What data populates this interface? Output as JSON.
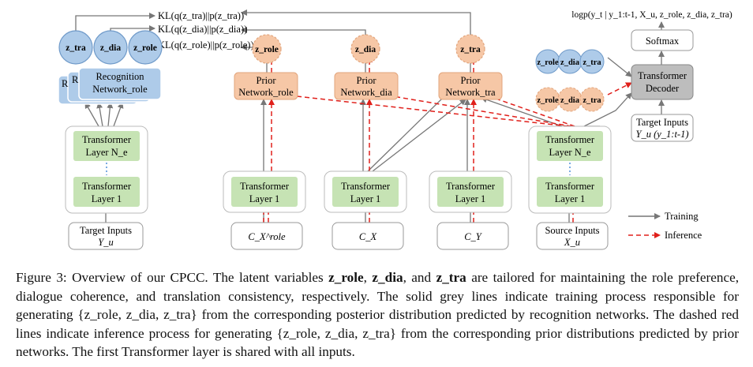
{
  "kl": {
    "tra": "KL(q(z_tra)||p(z_tra))",
    "dia": "KL(q(z_dia)||p(z_dia))",
    "role": "KL(q(z_role)||p(z_role))"
  },
  "latents": {
    "tra": "z_tra",
    "dia": "z_dia",
    "role": "z_role"
  },
  "recognition": {
    "line1": "Recognition",
    "line2": "Network_role",
    "stub": "R"
  },
  "prior": {
    "role": {
      "line1": "Prior",
      "line2": "Network_role"
    },
    "dia": {
      "line1": "Prior",
      "line2": "Network_dia"
    },
    "tra": {
      "line1": "Prior",
      "line2": "Network_tra"
    }
  },
  "transformer": {
    "line1": "Transformer",
    "layer_ne": "Layer N_e",
    "layer_1": "Layer 1"
  },
  "inputs": {
    "target_left": {
      "line1": "Target Inputs",
      "line2": "Y_u"
    },
    "cx_role": "C_X^role",
    "cx": "C_X",
    "cy": "C_Y",
    "source": {
      "line1": "Source Inputs",
      "line2": "X_u"
    },
    "target_right": {
      "line1": "Target Inputs",
      "line2": "Y_u  (y_1:t-1)"
    }
  },
  "decoder": {
    "softmax": "Softmax",
    "line1": "Transformer",
    "line2": "Decoder"
  },
  "output": "logp(y_t | y_1:t-1, X_u, z_role, z_dia, z_tra)",
  "legend": {
    "training": "Training",
    "inference": "Inference"
  },
  "caption": {
    "p1": "Figure 3: Overview of our CPCC. The latent variables ",
    "z_role": "z_role",
    "p2": ", ",
    "z_dia": "z_dia",
    "p3": ", and ",
    "z_tra": "z_tra",
    "p4": " are tailored for maintaining the role preference, dialogue coherence, and translation consistency, respectively. The solid grey lines indicate training process responsible for generating {z_role, z_dia, z_tra} from the corresponding posterior distribution predicted by recognition networks. The dashed red lines indicate inference process for generating {z_role, z_dia, z_tra} from the corresponding prior distributions predicted by prior networks. The first Transformer layer is shared with all inputs."
  },
  "colors": {
    "blue_fill": "#aecbe9",
    "blue_stroke": "#6f9ac9",
    "orange_fill": "#f6c7a6",
    "orange_stroke": "#e2a57c",
    "green_fill": "#c6e3b4",
    "grey_fill": "#bdbdbd",
    "training_line": "#777777",
    "inference_line": "#e0201b"
  }
}
